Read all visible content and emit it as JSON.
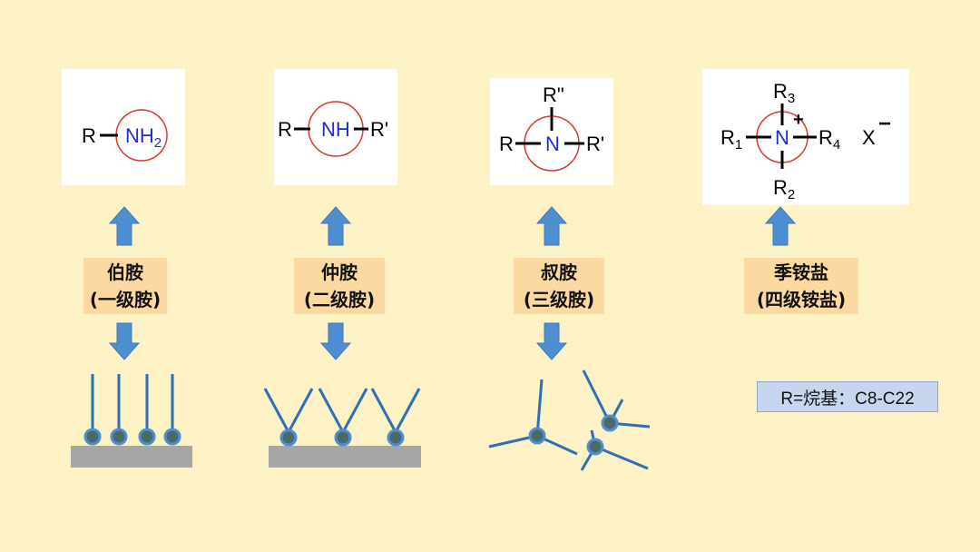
{
  "colors": {
    "background": "#fdf1c6",
    "label_bg": "#fcd9a0",
    "arrow": "#4d8fd1",
    "stick": "#2e6fb5",
    "circle": "#d93a2b",
    "nitrogen": "#1f2bd6",
    "substrate": "#a6a6a6",
    "legend_bg": "#c5d6ee"
  },
  "amines": [
    {
      "id": "primary",
      "name": "伯胺",
      "level": "(一级胺)",
      "left": "R",
      "center": "NH",
      "center_sub": "2",
      "right": "",
      "top": "",
      "bottom": ""
    },
    {
      "id": "secondary",
      "name": "仲胺",
      "level": "(二级胺)",
      "left": "R",
      "center": "NH",
      "right": "R'",
      "top": "",
      "bottom": ""
    },
    {
      "id": "tertiary",
      "name": "叔胺",
      "level": "(三级胺)",
      "left": "R",
      "center": "N",
      "right": "R'",
      "top": "R\"",
      "bottom": ""
    },
    {
      "id": "quaternary",
      "name": "季铵盐",
      "level": "(四级铵盐)",
      "left": "R",
      "left_sub": "1",
      "center": "N",
      "charge": "+",
      "right": "R",
      "right_sub": "4",
      "top": "R",
      "top_sub": "3",
      "bottom": "R",
      "bottom_sub": "2",
      "anion": "X",
      "anion_charge": "−"
    }
  ],
  "legend": {
    "text": "R=烷基：C8-C22"
  }
}
